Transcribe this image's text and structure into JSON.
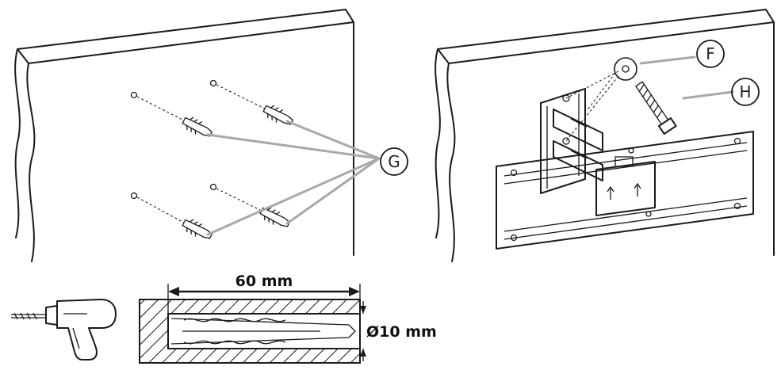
{
  "callouts": {
    "g": "G",
    "f": "F",
    "h": "H"
  },
  "dimensions": {
    "depth": "60 mm",
    "diameter": "Ø10 mm"
  },
  "colors": {
    "line": "#1a1a1a",
    "leader": "#a8a8a8",
    "background": "#ffffff"
  }
}
